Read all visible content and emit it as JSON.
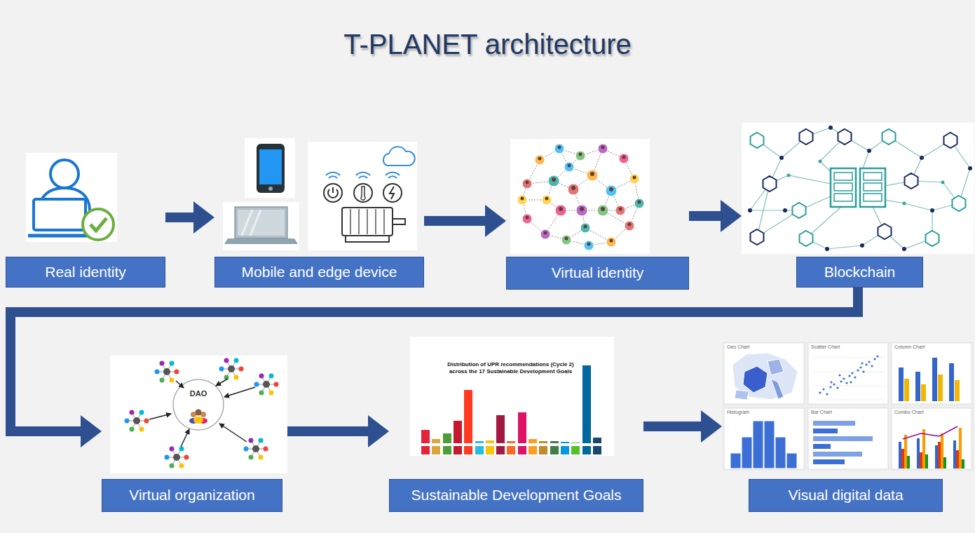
{
  "diagram": {
    "title": "T-PLANET architecture",
    "nodes": [
      {
        "text": [
          "Real identity"
        ]
      },
      {
        "text": [
          "Mobile and edge device"
        ]
      },
      {
        "text": [
          "Virtual identity"
        ]
      },
      {
        "text": [
          "Blockchain"
        ]
      },
      {
        "text": [
          "Virtual organization"
        ]
      },
      {
        "text": [
          "Sustainable Development Goals"
        ]
      },
      {
        "text": [
          "Visual digital data"
        ]
      }
    ],
    "edges": [
      {
        "from": 0,
        "to": 1,
        "arrow": "to"
      },
      {
        "from": 1,
        "to": 2,
        "arrow": "to"
      },
      {
        "from": 2,
        "to": 3,
        "arrow": "to"
      },
      {
        "from": 3,
        "to": 4,
        "arrow": "to"
      },
      {
        "from": 4,
        "to": 5,
        "arrow": "to"
      },
      {
        "from": 5,
        "to": 6,
        "arrow": "to"
      }
    ],
    "labels": [
      "DAO",
      "Distribution of UPR recommendations (Cycle 2) across the 17 Sustainable Development Goals",
      "Geo Chart",
      "Scatter Chart",
      "Column Chart",
      "Histogram",
      "Bar Chart",
      "Combo Chart"
    ]
  }
}
